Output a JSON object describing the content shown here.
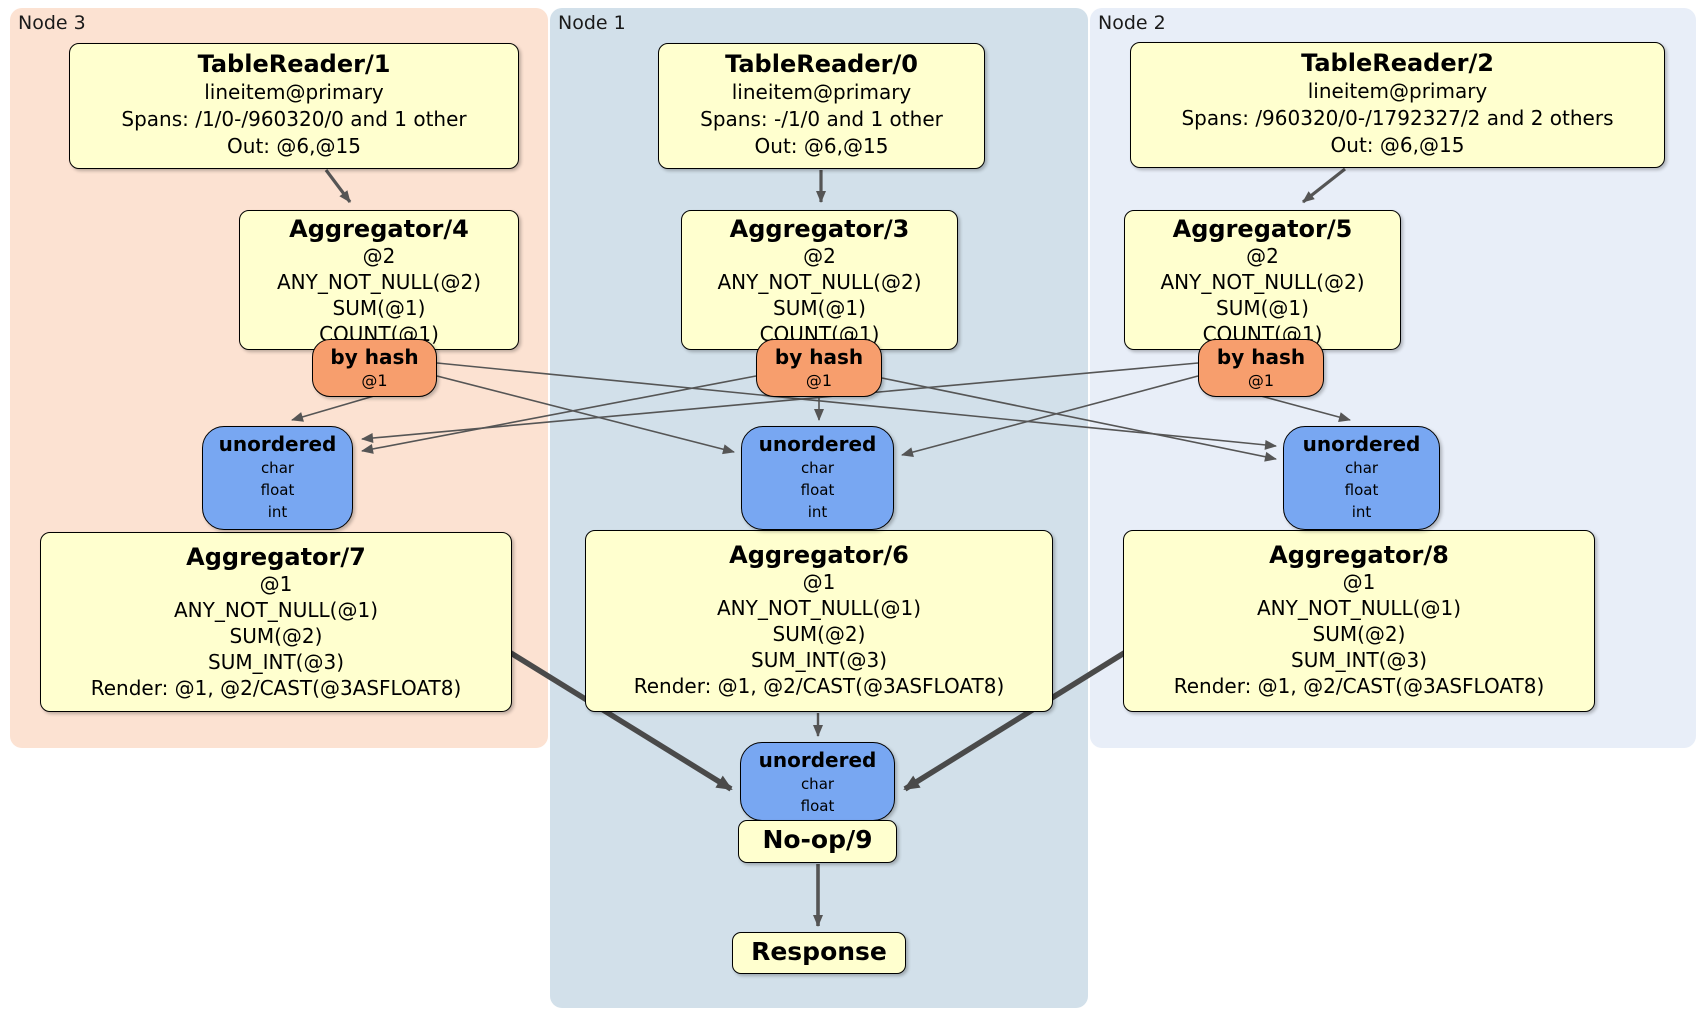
{
  "node_groups": {
    "node3": {
      "label": "Node 3"
    },
    "node1": {
      "label": "Node 1"
    },
    "node2": {
      "label": "Node 2"
    }
  },
  "processors": {
    "tr1": {
      "title": "TableReader/1",
      "rows": [
        "lineitem@primary",
        "Spans: /1/0-/960320/0 and 1 other",
        "Out: @6,@15"
      ]
    },
    "tr0": {
      "title": "TableReader/0",
      "rows": [
        "lineitem@primary",
        "Spans: -/1/0 and 1 other",
        "Out: @6,@15"
      ]
    },
    "tr2": {
      "title": "TableReader/2",
      "rows": [
        "lineitem@primary",
        "Spans: /960320/0-/1792327/2 and 2 others",
        "Out: @6,@15"
      ]
    },
    "agg4": {
      "title": "Aggregator/4",
      "rows": [
        "@2",
        "ANY_NOT_NULL(@2)",
        "SUM(@1)",
        "COUNT(@1)"
      ]
    },
    "agg3": {
      "title": "Aggregator/3",
      "rows": [
        "@2",
        "ANY_NOT_NULL(@2)",
        "SUM(@1)",
        "COUNT(@1)"
      ]
    },
    "agg5": {
      "title": "Aggregator/5",
      "rows": [
        "@2",
        "ANY_NOT_NULL(@2)",
        "SUM(@1)",
        "COUNT(@1)"
      ]
    },
    "agg7": {
      "title": "Aggregator/7",
      "rows": [
        "@1",
        "ANY_NOT_NULL(@1)",
        "SUM(@2)",
        "SUM_INT(@3)",
        "Render: @1, @2/CAST(@3ASFLOAT8)"
      ]
    },
    "agg6": {
      "title": "Aggregator/6",
      "rows": [
        "@1",
        "ANY_NOT_NULL(@1)",
        "SUM(@2)",
        "SUM_INT(@3)",
        "Render: @1, @2/CAST(@3ASFLOAT8)"
      ]
    },
    "agg8": {
      "title": "Aggregator/8",
      "rows": [
        "@1",
        "ANY_NOT_NULL(@1)",
        "SUM(@2)",
        "SUM_INT(@3)",
        "Render: @1, @2/CAST(@3ASFLOAT8)"
      ]
    },
    "noop": {
      "title": "No-op/9"
    },
    "response": {
      "title": "Response"
    }
  },
  "routers": {
    "hash_left": {
      "title": "by hash",
      "detail": "@1"
    },
    "hash_center": {
      "title": "by hash",
      "detail": "@1"
    },
    "hash_right": {
      "title": "by hash",
      "detail": "@1"
    }
  },
  "syncs": {
    "unordered_left": {
      "title": "unordered",
      "columns": [
        "char",
        "float",
        "int"
      ]
    },
    "unordered_center": {
      "title": "unordered",
      "columns": [
        "char",
        "float",
        "int"
      ]
    },
    "unordered_right": {
      "title": "unordered",
      "columns": [
        "char",
        "float",
        "int"
      ]
    },
    "unordered_final": {
      "title": "unordered",
      "columns": [
        "char",
        "float"
      ]
    }
  },
  "colors": {
    "node3_bg": "#fce2d2",
    "node1_bg": "#d2e0ea",
    "node2_bg": "#e8eef8",
    "processor_bg": "#ffffcf",
    "router_bg": "#f79e6d",
    "sync_bg": "#78a7f2",
    "edge": "#555555",
    "edge_thick": "#4a4a4a"
  }
}
